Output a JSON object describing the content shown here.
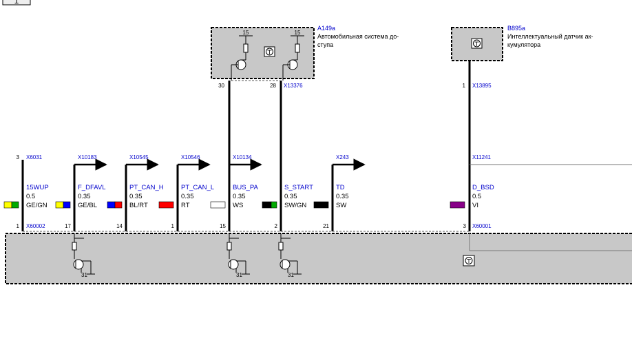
{
  "corner_marker": "1",
  "modules": {
    "a149a": {
      "id": "A149a",
      "desc_line1": "Автомобильная система до-",
      "desc_line2": "ступа",
      "pin_15a": "15",
      "pin_15b": "15"
    },
    "b895a": {
      "id": "B895a",
      "desc_line1": "Интеллектуальный датчик ак-",
      "desc_line2": "кумулятора"
    }
  },
  "top_connectors": {
    "a149a_pin30": "30",
    "a149a_pin28": "28",
    "a149a_conn": "X13376",
    "b895a_pin1": "1",
    "b895a_conn": "X13895"
  },
  "wires": [
    {
      "connector": "X6031",
      "top_pin": "3",
      "signal": "15WUP",
      "size": "0.5",
      "color_code": "GE/GN",
      "bottom_pin": "1",
      "bottom_connector": "X60002"
    },
    {
      "connector": "X10183",
      "signal": "F_DFAVL",
      "size": "0.35",
      "color_code": "GE/BL",
      "bottom_pin": "17"
    },
    {
      "connector": "X10545",
      "signal": "PT_CAN_H",
      "size": "0.35",
      "color_code": "BL/RT",
      "bottom_pin": "14"
    },
    {
      "connector": "X10546",
      "signal": "PT_CAN_L",
      "size": "0.35",
      "color_code": "RT",
      "bottom_pin": "1"
    },
    {
      "connector": "X10134",
      "signal": "BUS_PA",
      "size": "0.35",
      "color_code": "WS",
      "bottom_pin": "15"
    },
    {
      "signal": "S_START",
      "size": "0.35",
      "color_code": "SW/GN",
      "bottom_pin": "2"
    },
    {
      "connector": "X243",
      "signal": "TD",
      "size": "0.35",
      "color_code": "SW",
      "bottom_pin": "21"
    },
    {
      "connector": "X11241",
      "signal": "D_BSD",
      "size": "0.5",
      "color_code": "VI",
      "bottom_pin": "3",
      "bottom_connector": "X60001"
    }
  ],
  "ground_labels": [
    "31",
    "31",
    "31"
  ],
  "colors": {
    "GE": "#ffff00",
    "GN": "#00aa00",
    "BL": "#0000ff",
    "RT": "#ff0000",
    "WS": "#ffffff",
    "SW": "#000000",
    "VI": "#880088",
    "module_fill": "#c8c8c8",
    "label_blue": "#0000cc"
  }
}
